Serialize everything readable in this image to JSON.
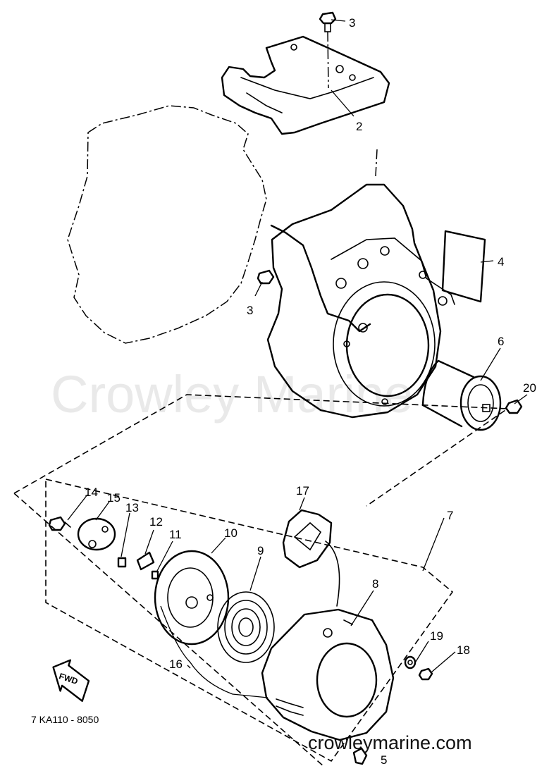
{
  "watermark_text": "Crowley Marine",
  "site_label": "crowleymarine.com",
  "drawing_code": "7 KA110 - 8050",
  "fwd_label": "FWD",
  "callouts": {
    "p2": "2",
    "p3a": "3",
    "p3b": "3",
    "p4": "4",
    "p5": "5",
    "p6": "6",
    "p7": "7",
    "p8": "8",
    "p9": "9",
    "p10": "10",
    "p11": "11",
    "p12": "12",
    "p13": "13",
    "p14": "14",
    "p15": "15",
    "p16": "16",
    "p17": "17",
    "p18": "18",
    "p19": "19",
    "p20": "20"
  }
}
